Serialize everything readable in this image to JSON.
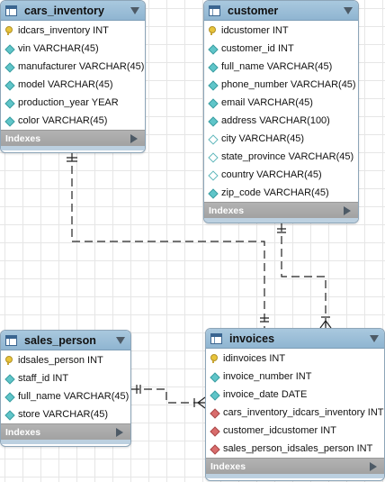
{
  "entities": {
    "cars_inventory": {
      "title": "cars_inventory",
      "indexes_label": "Indexes",
      "columns": [
        {
          "text": "idcars_inventory INT",
          "icon": "primary-key-icon"
        },
        {
          "text": "vin VARCHAR(45)",
          "icon": "column-diamond-icon"
        },
        {
          "text": "manufacturer VARCHAR(45)",
          "icon": "column-diamond-icon"
        },
        {
          "text": "model VARCHAR(45)",
          "icon": "column-diamond-icon"
        },
        {
          "text": "production_year YEAR",
          "icon": "column-diamond-icon"
        },
        {
          "text": "color VARCHAR(45)",
          "icon": "column-diamond-icon"
        }
      ]
    },
    "customer": {
      "title": "customer",
      "indexes_label": "Indexes",
      "columns": [
        {
          "text": "idcustomer INT",
          "icon": "primary-key-icon"
        },
        {
          "text": "customer_id INT",
          "icon": "column-diamond-icon"
        },
        {
          "text": "full_name VARCHAR(45)",
          "icon": "column-diamond-icon"
        },
        {
          "text": "phone_number VARCHAR(45)",
          "icon": "column-diamond-icon"
        },
        {
          "text": "email VARCHAR(45)",
          "icon": "column-diamond-icon"
        },
        {
          "text": "address VARCHAR(100)",
          "icon": "column-diamond-icon"
        },
        {
          "text": "city VARCHAR(45)",
          "icon": "nullable-column-diamond-icon"
        },
        {
          "text": "state_province VARCHAR(45)",
          "icon": "nullable-column-diamond-icon"
        },
        {
          "text": "country VARCHAR(45)",
          "icon": "nullable-column-diamond-icon"
        },
        {
          "text": "zip_code VARCHAR(45)",
          "icon": "column-diamond-icon"
        }
      ]
    },
    "sales_person": {
      "title": "sales_person",
      "indexes_label": "Indexes",
      "columns": [
        {
          "text": "idsales_person INT",
          "icon": "primary-key-icon"
        },
        {
          "text": "staff_id INT",
          "icon": "column-diamond-icon"
        },
        {
          "text": "full_name VARCHAR(45)",
          "icon": "column-diamond-icon"
        },
        {
          "text": "store VARCHAR(45)",
          "icon": "column-diamond-icon"
        }
      ]
    },
    "invoices": {
      "title": "invoices",
      "indexes_label": "Indexes",
      "columns": [
        {
          "text": "idinvoices INT",
          "icon": "primary-key-icon"
        },
        {
          "text": "invoice_number INT",
          "icon": "column-diamond-icon"
        },
        {
          "text": "invoice_date DATE",
          "icon": "column-diamond-icon"
        },
        {
          "text": "cars_inventory_idcars_inventory INT",
          "icon": "foreign-key-diamond-icon"
        },
        {
          "text": "customer_idcustomer INT",
          "icon": "foreign-key-diamond-icon"
        },
        {
          "text": "sales_person_idsales_person INT",
          "icon": "foreign-key-diamond-icon"
        }
      ]
    }
  },
  "relationships": [
    {
      "from": "cars_inventory",
      "to": "invoices",
      "from_cardinality": "one-and-only-one",
      "to_cardinality": "one-and-only-one"
    },
    {
      "from": "customer",
      "to": "invoices",
      "from_cardinality": "one-and-only-one",
      "to_cardinality": "one-or-many"
    },
    {
      "from": "sales_person",
      "to": "invoices",
      "from_cardinality": "one-and-only-one",
      "to_cardinality": "one-or-many"
    }
  ],
  "colors": {
    "header": "#9dbfd8",
    "indexes_bar": "#aaaaaa",
    "diamond": "#5fc5c9",
    "foreign_key": "#d96c6c",
    "primary_key": "#e8c43a",
    "connector": "#222222"
  }
}
